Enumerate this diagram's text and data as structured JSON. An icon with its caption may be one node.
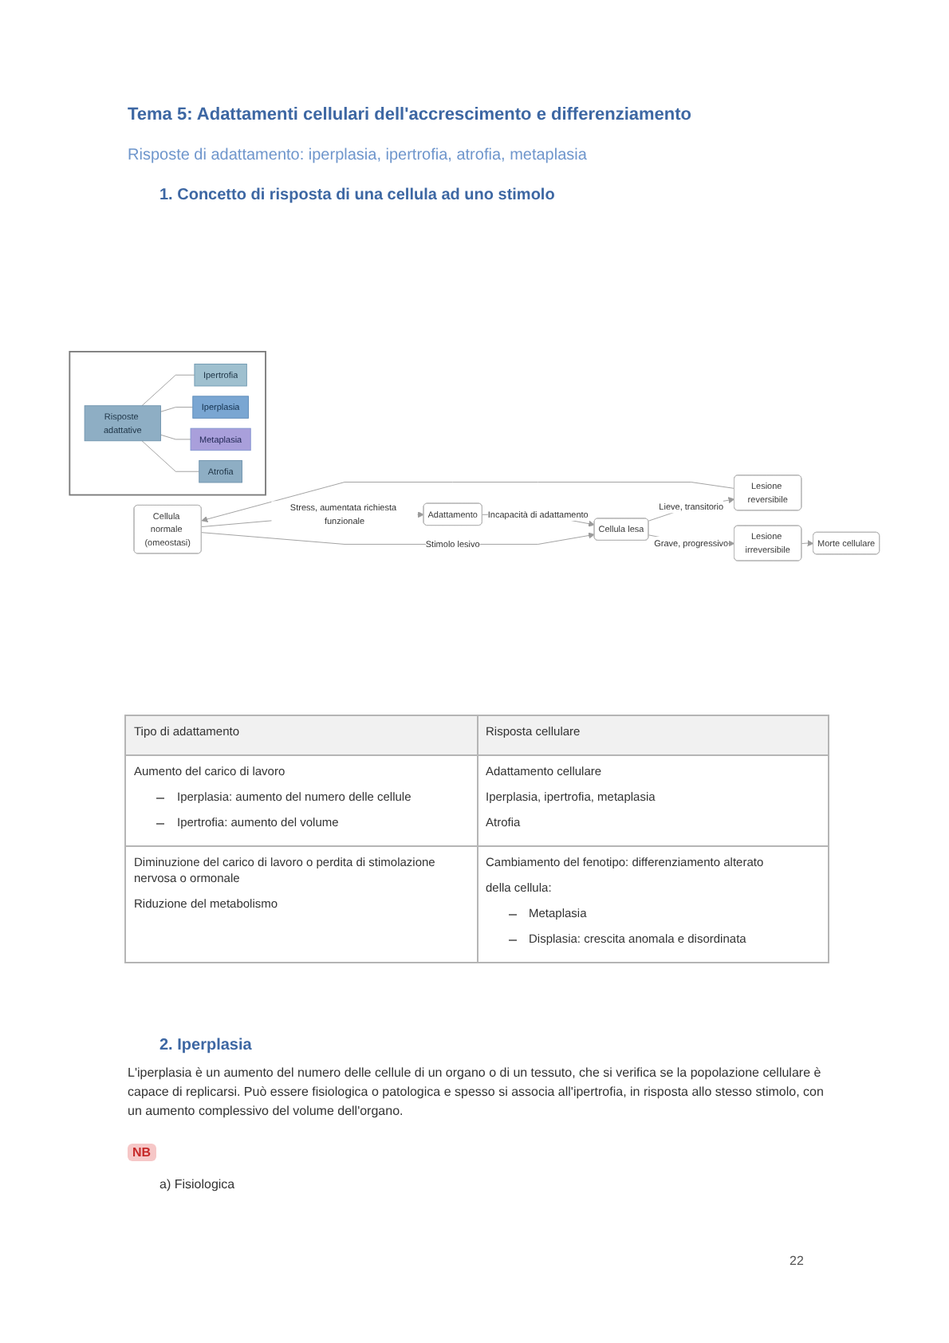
{
  "diagram": {
    "title": "Tema 5: Adattamenti cellulari dell'accrescimento e differenziamento",
    "nodes": [
      {
        "text": [
          "Cellula normale (omeostasi)"
        ]
      },
      {
        "text": [
          "Lesione reversibile"
        ]
      },
      {
        "text": [
          "Adattamento"
        ]
      },
      {
        "text": [
          "Cellula lesa"
        ]
      },
      {
        "text": [
          "Lesione irreversibile"
        ]
      },
      {
        "text": [
          "Morte cellulare"
        ]
      },
      {
        "text": [],
        "shape": "box"
      },
      {
        "text": [
          "Risposte adattative"
        ],
        "in": 6
      },
      {
        "text": [
          "Ipertrofia"
        ],
        "in": 6
      },
      {
        "text": [
          "Iperplasia"
        ],
        "in": 6
      },
      {
        "text": [
          "Metaplasia"
        ],
        "in": 6
      },
      {
        "text": [
          "Atrofia"
        ],
        "in": 6
      }
    ],
    "edges": [
      {
        "from": 1,
        "to": 0,
        "arrow": "to"
      },
      {
        "from": 0,
        "to": 2,
        "arrow": "to",
        "label": "Stress, aumentata richiesta funzionale"
      },
      {
        "from": 0,
        "to": 3,
        "arrow": "to",
        "label": "Stimolo lesivo"
      },
      {
        "from": 2,
        "to": 3,
        "arrow": "to",
        "label": "Incapacità di adattamento"
      },
      {
        "from": 3,
        "to": 1,
        "arrow": "to",
        "label": "Lieve, transitorio"
      },
      {
        "from": 3,
        "to": 4,
        "arrow": "to",
        "label": "Grave, progressivo"
      },
      {
        "from": 4,
        "to": 5,
        "arrow": "to"
      },
      {
        "from": 7,
        "to": 8,
        "arrow": "none"
      },
      {
        "from": 7,
        "to": 9,
        "arrow": "none"
      },
      {
        "from": 7,
        "to": 10,
        "arrow": "none"
      },
      {
        "from": 7,
        "to": 11,
        "arrow": "none"
      }
    ],
    "labels": [
      "Risposte di adattamento: iperplasia, ipertrofia, atrofia, metaplasia",
      "1. Concetto di risposta di una cellula ad uno stimolo",
      "Tipo di adattamento",
      "Risposta cellulare",
      "Aumento del carico di lavoro",
      "Iperplasia: aumento del numero delle cellule",
      "Ipertrofia: aumento del volume",
      "Adattamento cellulare",
      "Iperplasia, ipertrofia, metaplasia",
      "Atrofia",
      "Diminuzione del carico di lavoro o perdita di stimolazione nervosa o ormonale",
      "Riduzione del metabolismo",
      "Cambiamento del fenotipo: differenziamento alterato",
      "della cellula:",
      "Metaplasia",
      "Displasia: crescita anomala e disordinata",
      "2. Iperplasia",
      "L'iperplasia è un aumento del numero delle cellule di un organo o di un tessuto, che si verifica se la popolazione cellulare è capace di replicarsi. Può essere fisiologica o patologica e spesso si associa all'ipertrofia, in risposta allo stesso stimolo, con un aumento complessivo del volume dell'organo.",
      "NB",
      "a) Fisiologica",
      "22"
    ]
  }
}
